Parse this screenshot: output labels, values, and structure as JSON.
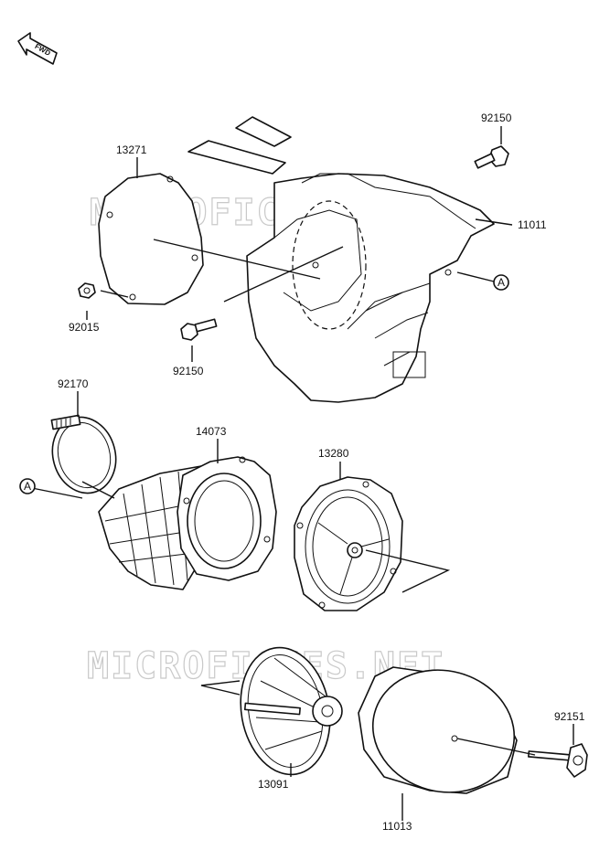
{
  "fwd_label": "FWD",
  "watermark": "MICROFICHES.NET",
  "labels": {
    "p13271": "13271",
    "p92015": "92015",
    "p92150_top": "92150",
    "p11011": "11011",
    "pA_ref1": "A",
    "p92150_bottom": "92150",
    "p92170": "92170",
    "pA_ref2": "A",
    "p14073": "14073",
    "p13280": "13280",
    "p13091": "13091",
    "p11013": "11013",
    "p92151": "92151"
  }
}
